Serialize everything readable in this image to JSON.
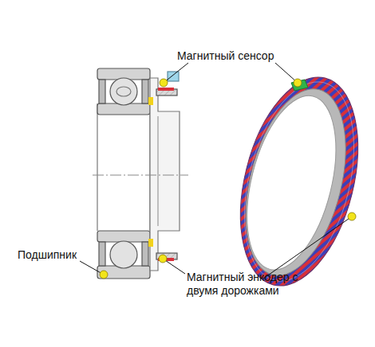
{
  "diagram": {
    "labels": [
      "Магнитный сенсор",
      "Подшипник",
      "Магнитный энкодер с двумя дорожками"
    ]
  }
}
